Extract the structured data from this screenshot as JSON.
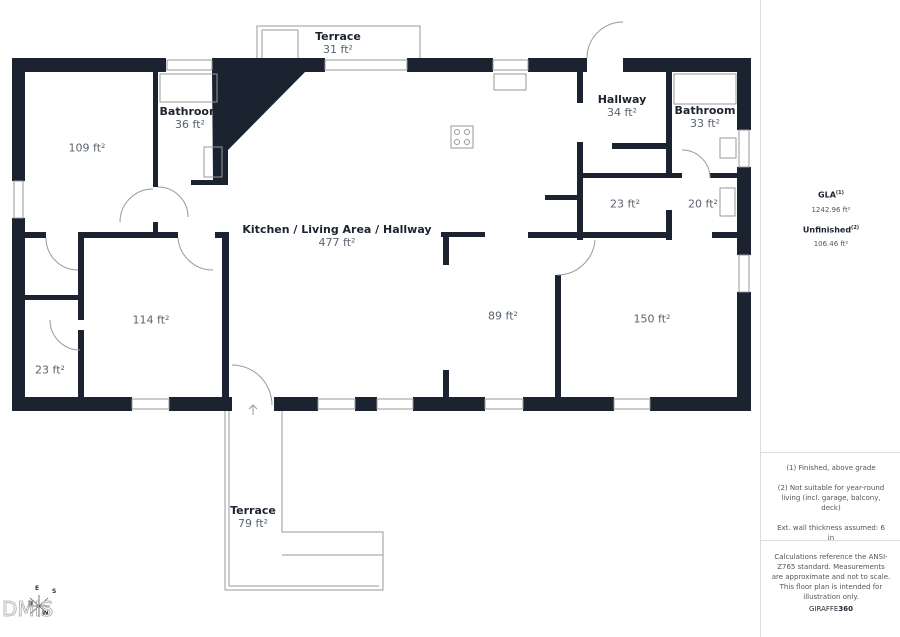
{
  "rooms": [
    {
      "name": "Terrace",
      "area": "31 ft²"
    },
    {
      "name": "Bathroom",
      "area": "36 ft²"
    },
    {
      "name": "",
      "area": "109 ft²"
    },
    {
      "name": "Kitchen / Living Area / Hallway",
      "area": "477 ft²"
    },
    {
      "name": "Hallway",
      "area": "34 ft²"
    },
    {
      "name": "Bathroom",
      "area": "33 ft²"
    },
    {
      "name": "",
      "area": "23 ft²"
    },
    {
      "name": "",
      "area": "20 ft²"
    },
    {
      "name": "",
      "area": "114 ft²"
    },
    {
      "name": "",
      "area": "89 ft²"
    },
    {
      "name": "",
      "area": "150 ft²"
    },
    {
      "name": "",
      "area": "23 ft²"
    },
    {
      "name": "Terrace",
      "area": "79 ft²"
    }
  ],
  "panel": {
    "gla_label": "GLA",
    "gla_sup": "(1)",
    "gla_value": "1242.96 ft²",
    "unfinished_label": "Unfinished",
    "unfinished_sup": "(2)",
    "unfinished_value": "106.46 ft²",
    "note1": "(1) Finished, above grade",
    "note2": "(2) Not suitable for year-round living (incl. garage, balcony, deck)",
    "note3": "Ext. wall thickness assumed: 6 in",
    "disclaimer": "Calculations reference the ANSI-Z765 standard. Measurements are approximate and not to scale. This floor plan is intended for illustration only.",
    "brand": "GIRAFFE",
    "brand_bold": "360"
  },
  "compass": {
    "n": "N",
    "e": "E",
    "s": "S",
    "w": "W"
  },
  "watermark": "DMIS",
  "colors": {
    "wall": "#1b2330",
    "text": "#1b2330",
    "muted": "#5b6370"
  }
}
